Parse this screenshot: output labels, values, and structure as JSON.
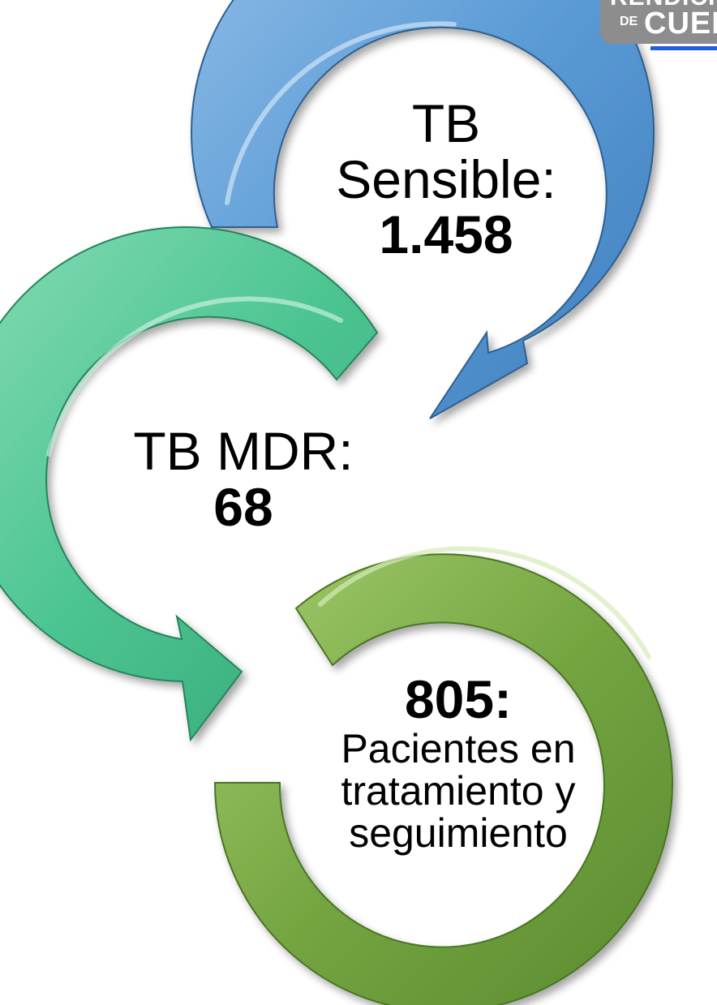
{
  "cycle": {
    "sensible": {
      "title_line1": "TB",
      "title_line2": "Sensible:",
      "value": "1.458"
    },
    "mdr": {
      "title": "TB MDR:",
      "value": "68"
    },
    "pacientes": {
      "value": "805:",
      "line1": "Pacientes en",
      "line2": "tratamiento y",
      "line3": "seguimiento"
    }
  },
  "logo": {
    "line1": "RENDICIÓN",
    "line2_prefix": "DE",
    "line2_word": "CUENTAS"
  },
  "colors": {
    "blue_arrow": "#5b9bd5",
    "teal_arrow": "#4dc592",
    "green_arrow": "#74a541",
    "logo_gray": "#8d8d8d",
    "logo_bar": "#1e5fd6"
  }
}
